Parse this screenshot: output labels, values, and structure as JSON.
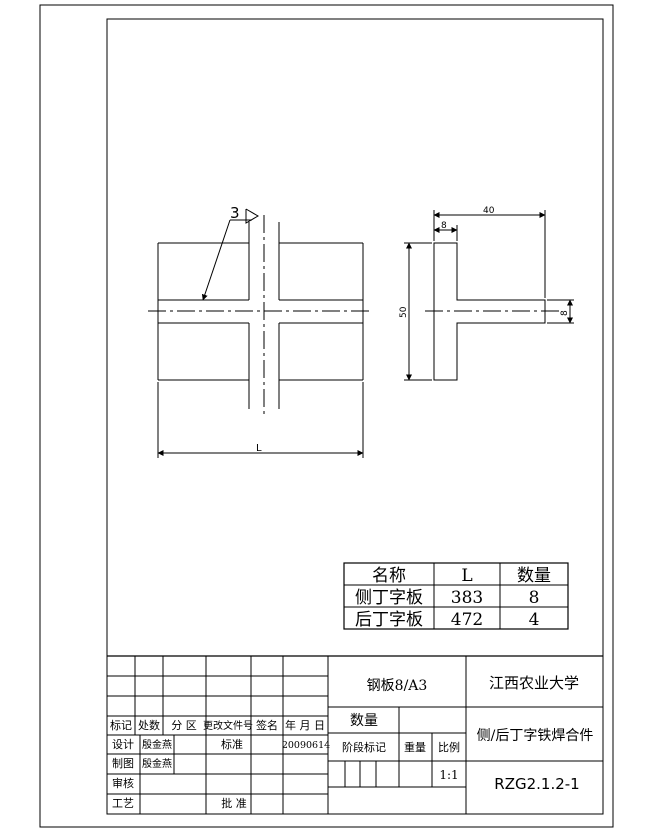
{
  "drawing": {
    "leader_label": "3",
    "dim_length": "L",
    "dim_width": "40",
    "dim_thickness": "8",
    "dim_height": "50",
    "dim_stem": "8"
  },
  "parts_table": {
    "headers": [
      "名称",
      "L",
      "数量"
    ],
    "rows": [
      [
        "侧丁字板",
        "383",
        "8"
      ],
      [
        "后丁字板",
        "472",
        "4"
      ]
    ]
  },
  "title_block": {
    "material": "钢板8/A3",
    "school": "江西农业大学",
    "part_name": "侧/后丁字铁焊合件",
    "drawing_no": "RZG2.1.2-1",
    "qty_label": "数量",
    "stage_label": "阶段标记",
    "weight_label": "重量",
    "scale_label": "比例",
    "scale_value": "1:1",
    "rev_headers": [
      "标记",
      "处数",
      "分 区",
      "更改文件号",
      "签名",
      "年 月 日"
    ],
    "design_label": "设计",
    "designer": "殷金燕",
    "std_label": "标准",
    "date": "20090614",
    "draw_label": "制图",
    "drawer": "殷金燕",
    "check_label": "审核",
    "process_label": "工艺",
    "approve_label": "批 准"
  }
}
